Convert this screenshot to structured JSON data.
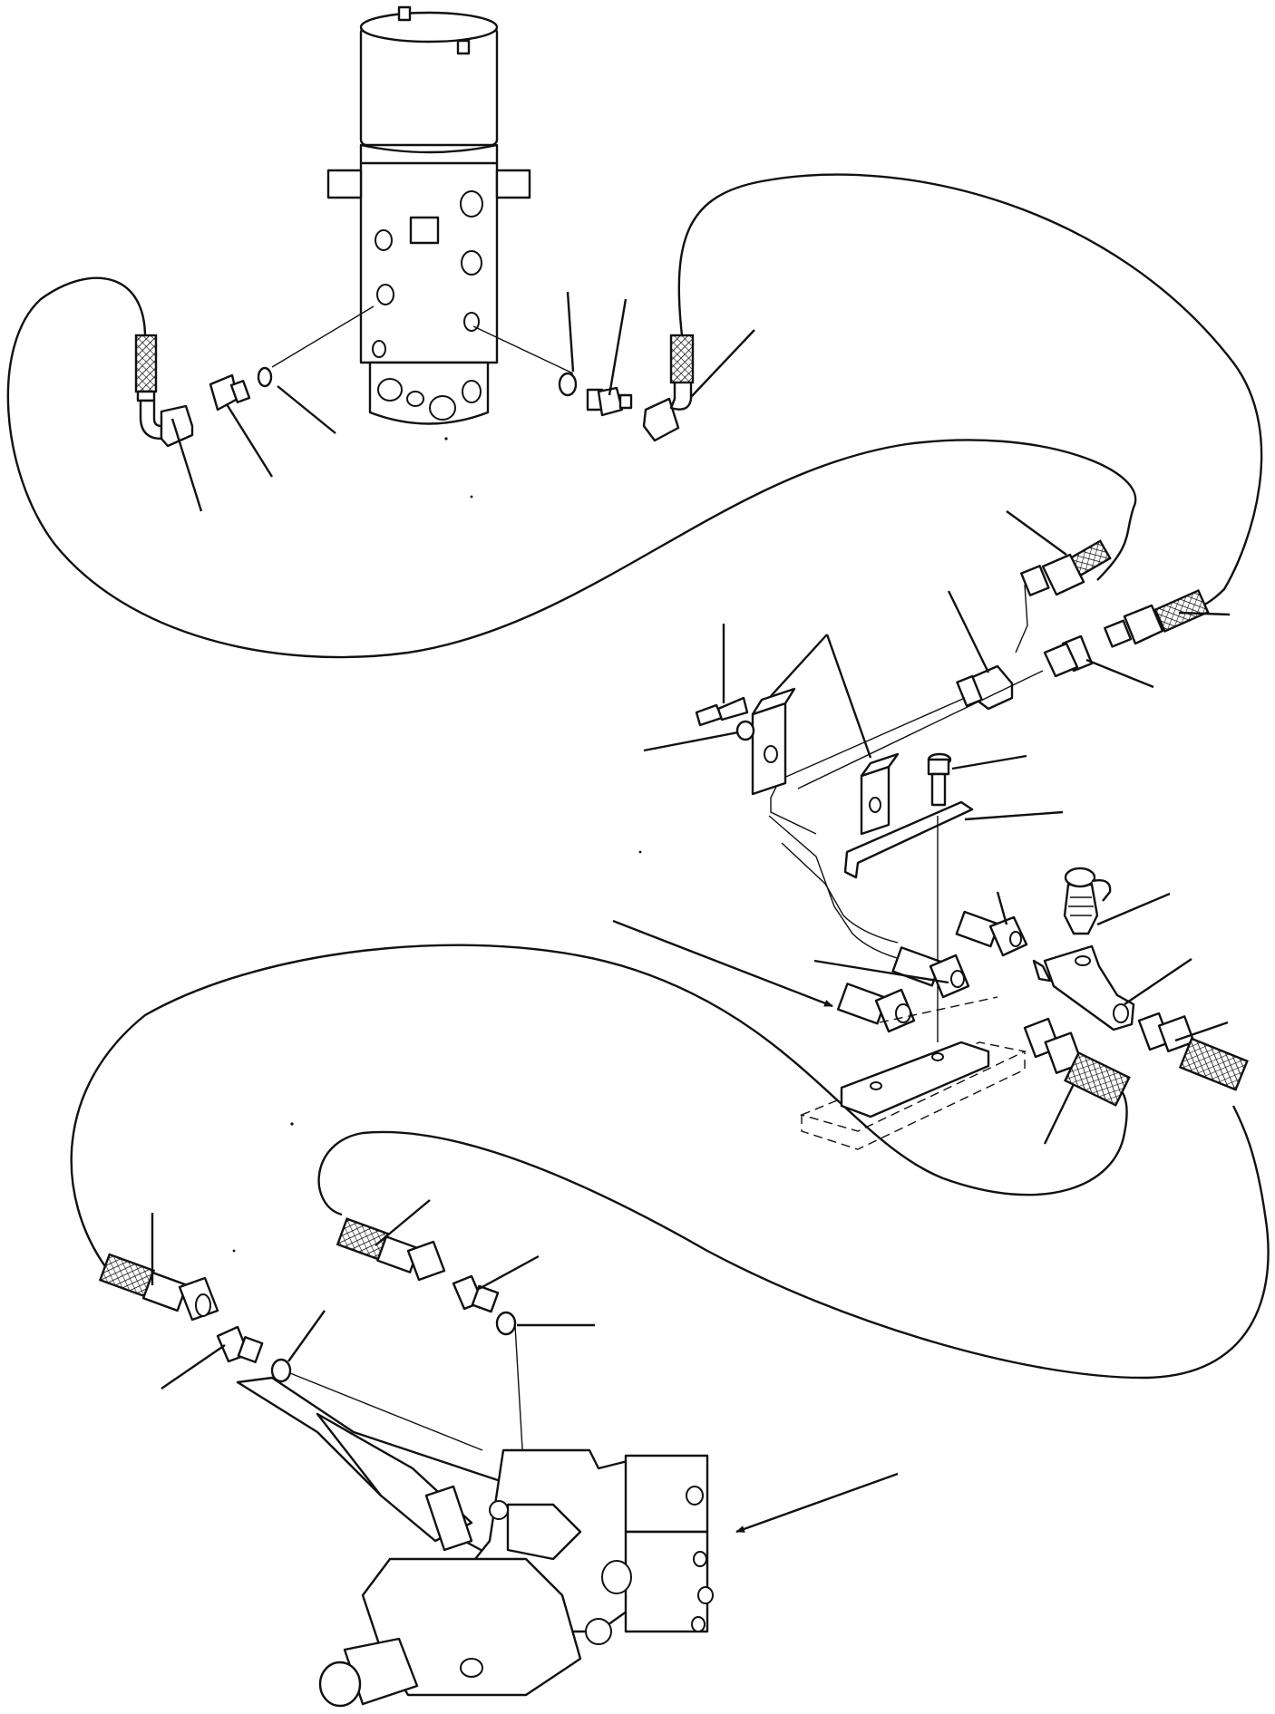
{
  "diagram": {
    "type": "exploded hydraulic parts diagram",
    "components": [
      {
        "id": "swivel-joint",
        "icon": "swivel-joint-icon"
      },
      {
        "id": "pedal-control-valve",
        "icon": "pedal-valve-icon"
      },
      {
        "id": "valve-mounting-bracket",
        "icon": "bracket-icon"
      },
      {
        "id": "pressure-check-tee",
        "icon": "tee-fitting-icon"
      },
      {
        "id": "hoses",
        "count": 4
      },
      {
        "id": "adapters-o-rings",
        "icon": "o-ring-icon"
      }
    ],
    "callout_leaders": 28,
    "arrow_callouts": 3,
    "labels": []
  }
}
